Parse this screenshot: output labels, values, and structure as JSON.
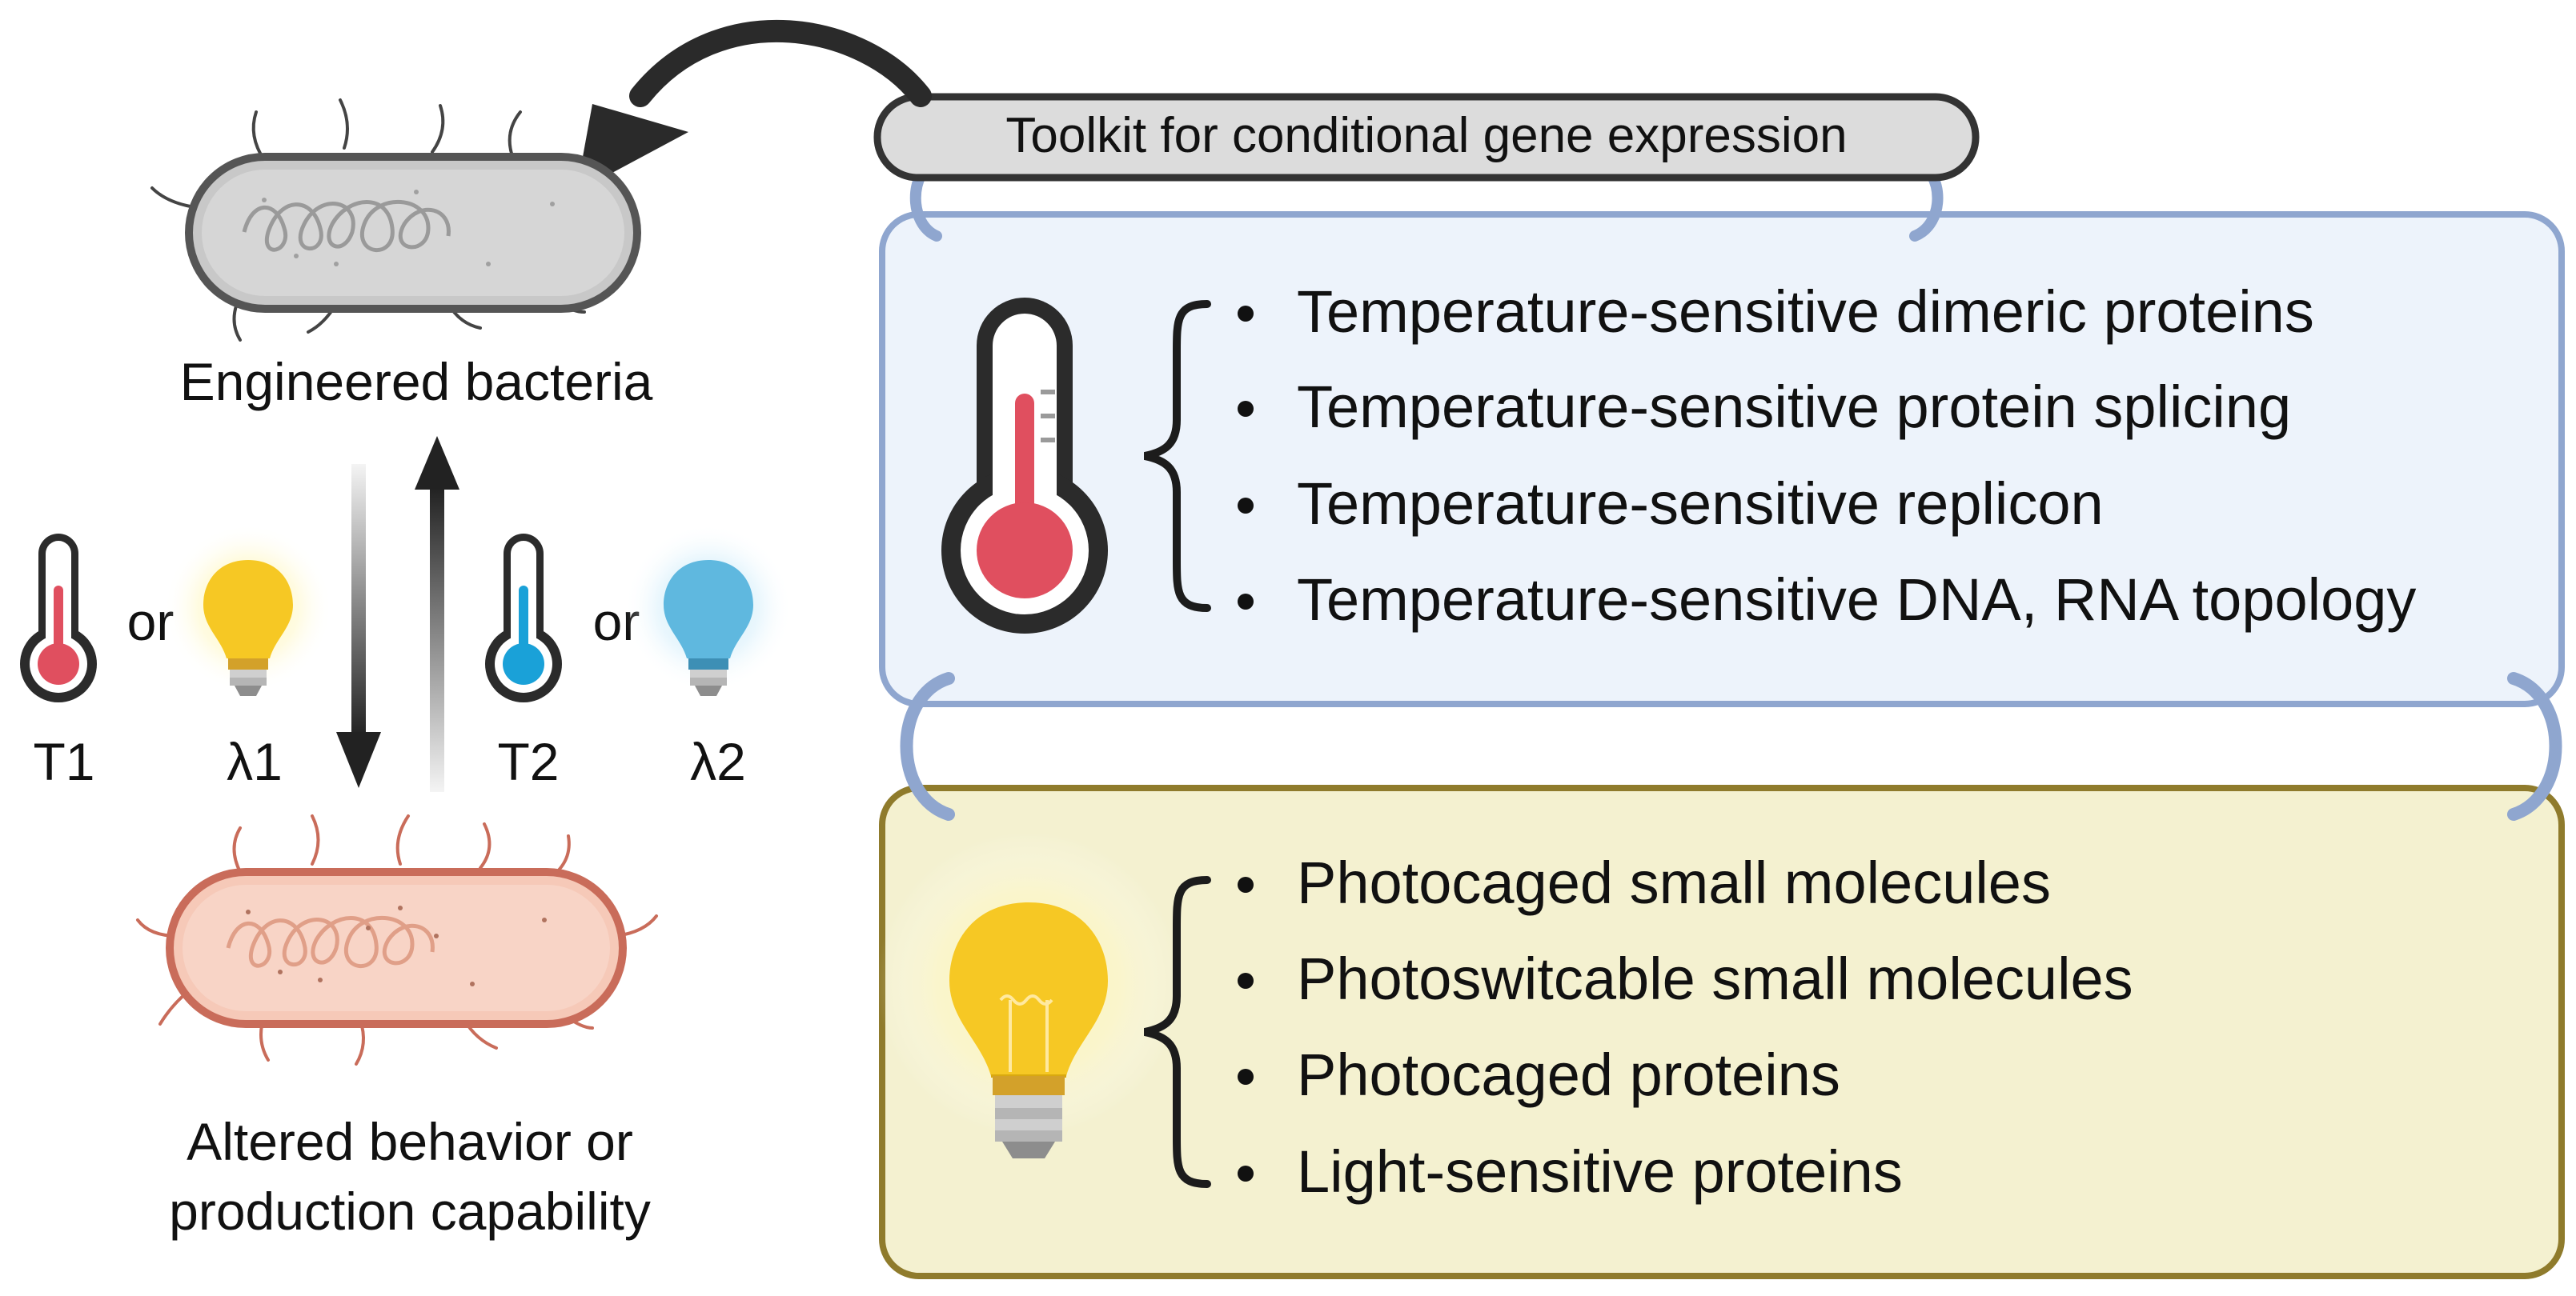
{
  "toolkit_banner": {
    "label": "Toolkit for conditional gene expression"
  },
  "bacteria": {
    "engineered_label": "Engineered bacteria",
    "altered_label_line1": "Altered behavior or",
    "altered_label_line2": "production capability"
  },
  "conditions": {
    "connector_word": "or",
    "t1_label": "T1",
    "lambda1_label": "λ1",
    "t2_label": "T2",
    "lambda2_label": "λ2"
  },
  "temperature_panel": {
    "icon": "thermometer-icon",
    "items": [
      "Temperature-sensitive dimeric proteins",
      "Temperature-sensitive protein splicing",
      "Temperature-sensitive replicon",
      "Temperature-sensitive DNA, RNA topology"
    ]
  },
  "light_panel": {
    "icon": "light-bulb-icon",
    "items": [
      "Photocaged small molecules",
      "Photoswitcable small molecules",
      "Photocaged proteins",
      "Light-sensitive proteins"
    ]
  },
  "colors": {
    "temperature_panel_fill": "#edf3fb",
    "temperature_panel_border": "#8fa6cf",
    "light_panel_fill": "#f4f1d0",
    "light_panel_border": "#8f7b2c",
    "banner_fill": "#dcdcdc",
    "thermo_red": "#e04f5f",
    "thermo_blue": "#1aa1d8",
    "bulb_yellow": "#f6c824",
    "bulb_blue": "#5fb8df",
    "bacteria_gray": "#c8c8c8",
    "bacteria_pink": "#f6c9b8",
    "bacteria_pink_border": "#c96c5a"
  }
}
